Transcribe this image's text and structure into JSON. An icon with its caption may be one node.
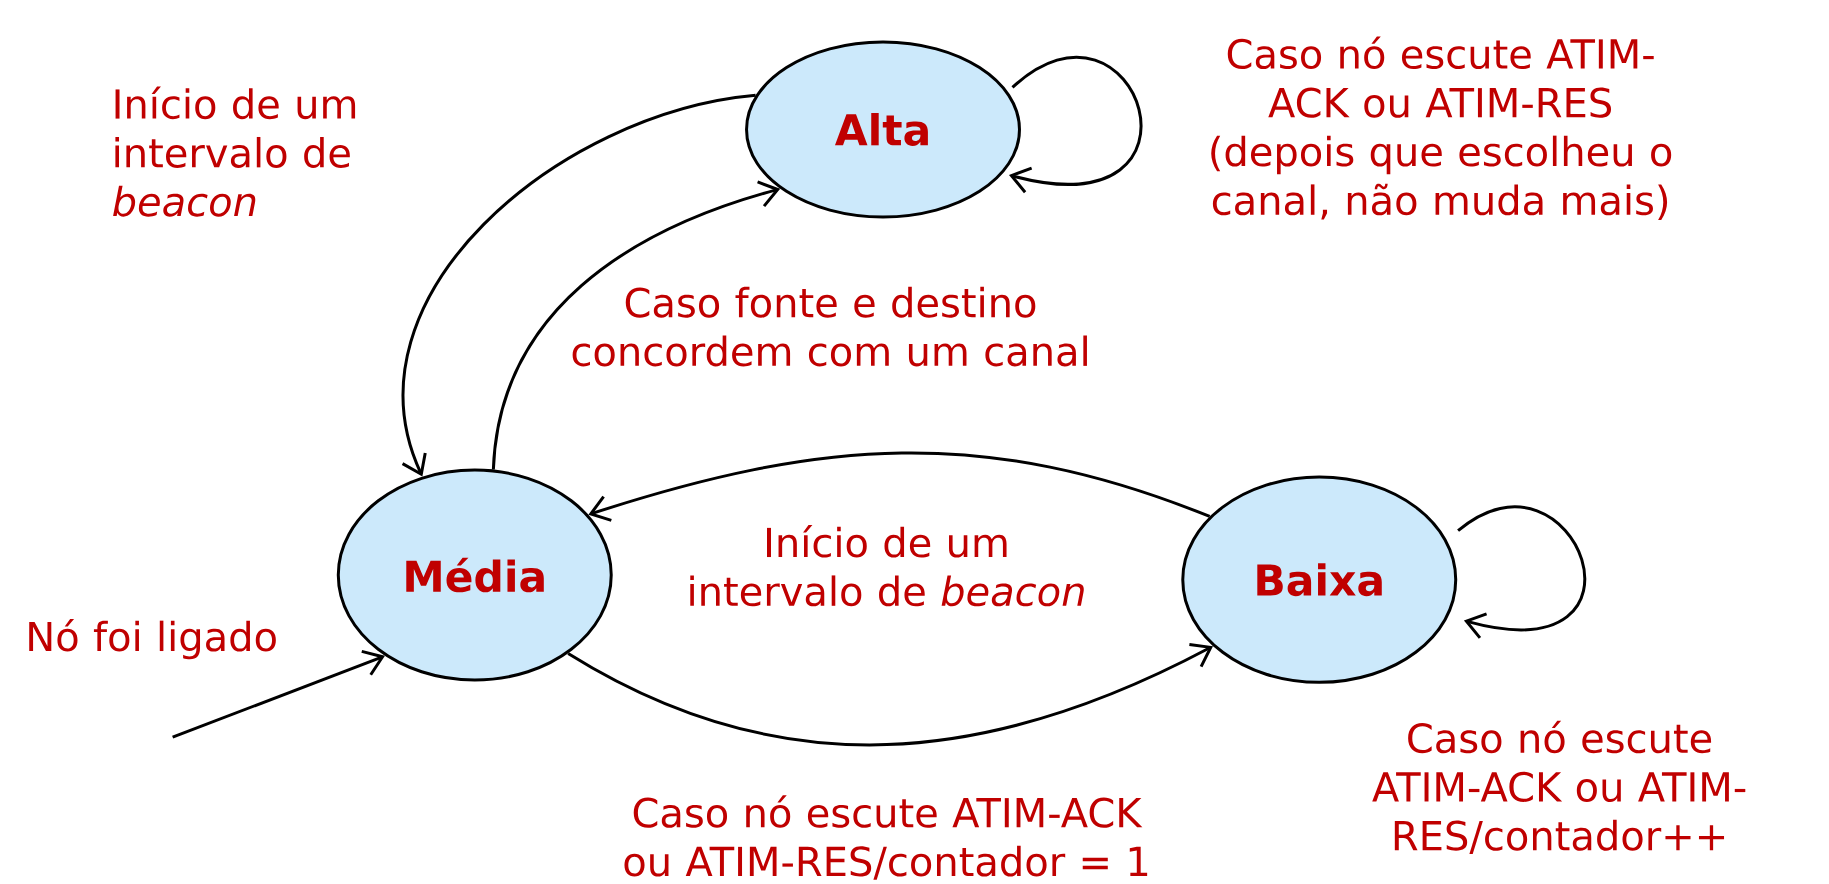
{
  "diagram": {
    "nodes": [
      {
        "text": [
          "Alta"
        ]
      },
      {
        "text": [
          "Média"
        ]
      },
      {
        "text": [
          "Baixa"
        ]
      }
    ],
    "edges": [
      {
        "from": 0,
        "to": 1,
        "arrow": "to",
        "label": "Início de um intervalo de *beacon*"
      },
      {
        "from": 1,
        "to": 0,
        "arrow": "to",
        "label": "Caso fonte e destino concordem com um canal"
      },
      {
        "from": 0,
        "to": 0,
        "arrow": "to",
        "label": "Caso nó escute ATIM-ACK ou ATIM-RES (depois que escolheu o canal, não muda mais)"
      },
      {
        "from": 2,
        "to": 1,
        "arrow": "to",
        "label": "Início de um intervalo de *beacon*"
      },
      {
        "from": 1,
        "to": 2,
        "arrow": "to",
        "label": "Caso nó escute ATIM-ACK ou ATIM-RES/contador = 1"
      },
      {
        "from": 2,
        "to": 2,
        "arrow": "to",
        "label": "Caso nó escute ATIM-ACK ou ATIM-RES/contador++"
      },
      {
        "from": null,
        "to": 1,
        "arrow": "to",
        "label": "Nó foi ligado"
      }
    ]
  }
}
